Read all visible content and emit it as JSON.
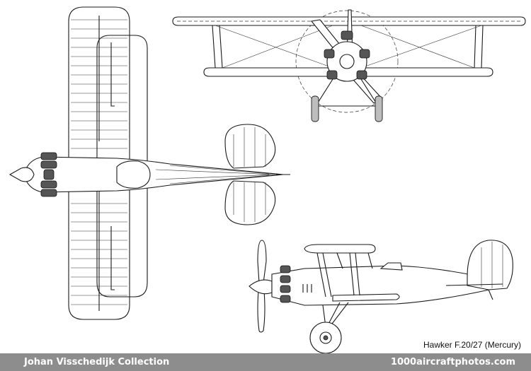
{
  "caption": "Hawker F.20/27 (Mercury)",
  "footer": {
    "collection": "Johan Visschedijk Collection",
    "site": "1000aircraftphotos.com"
  },
  "colors": {
    "background": "#ffffff",
    "line": "#1a1a1a",
    "footer_bar": "#8d8d8d",
    "footer_text": "#ffffff"
  }
}
